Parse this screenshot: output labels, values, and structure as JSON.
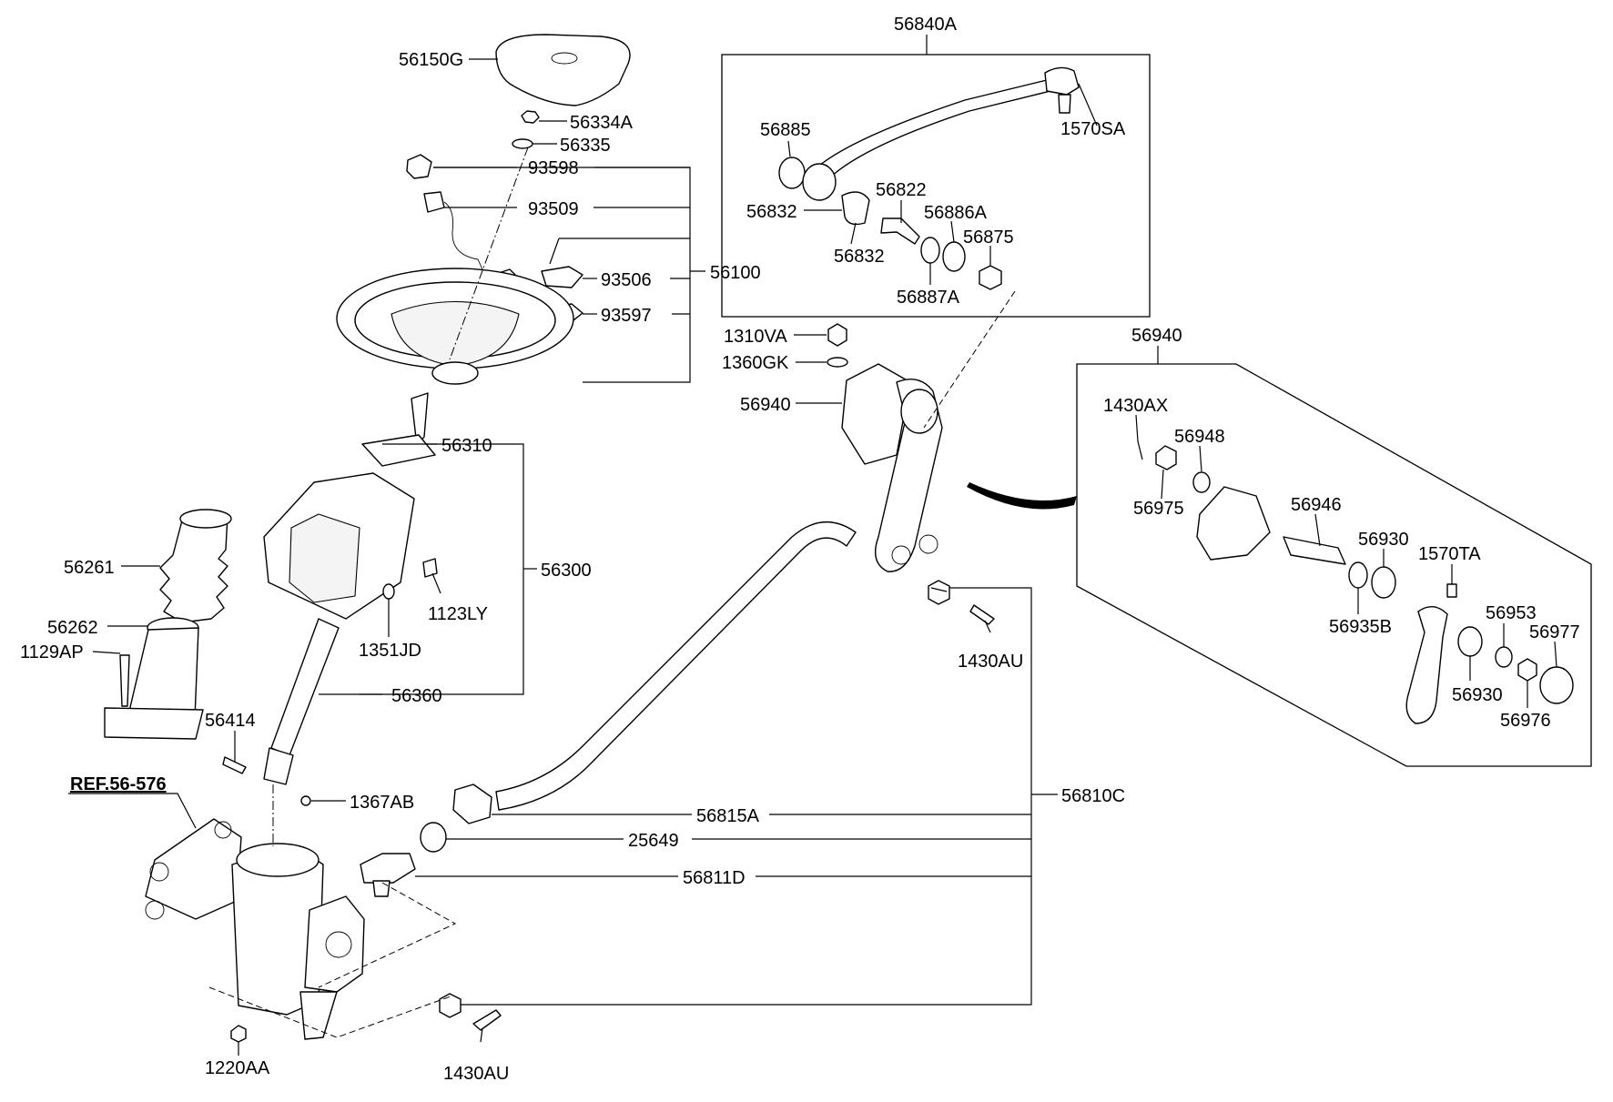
{
  "diagram": {
    "type": "exploded-parts-diagram",
    "labels": {
      "56840A": "56840A",
      "56150G": "56150G",
      "56334A": "56334A",
      "56335": "56335",
      "93598": "93598",
      "93509": "93509",
      "93506": "93506",
      "93597": "93597",
      "56100": "56100",
      "56885": "56885",
      "1570SA": "1570SA",
      "56832a": "56832",
      "56832b": "56832",
      "56822": "56822",
      "56886A": "56886A",
      "56875": "56875",
      "56887A": "56887A",
      "1310VA": "1310VA",
      "1360GK": "1360GK",
      "56940main": "56940",
      "56940detail": "56940",
      "1430AX": "1430AX",
      "56948": "56948",
      "56975": "56975",
      "56946": "56946",
      "56930a": "56930",
      "1570TA": "1570TA",
      "56935B": "56935B",
      "56953": "56953",
      "56977": "56977",
      "56930b": "56930",
      "56976": "56976",
      "56310": "56310",
      "56300": "56300",
      "56261": "56261",
      "56262": "56262",
      "1129AP": "1129AP",
      "1123LY": "1123LY",
      "1351JD": "1351JD",
      "56360": "56360",
      "56414": "56414",
      "1430AUtop": "1430AU",
      "REF": "REF.56-576",
      "1367AB": "1367AB",
      "56810C": "56810C",
      "56815A": "56815A",
      "25649": "25649",
      "56811D": "56811D",
      "1220AA": "1220AA",
      "1430AUbottom": "1430AU"
    }
  }
}
